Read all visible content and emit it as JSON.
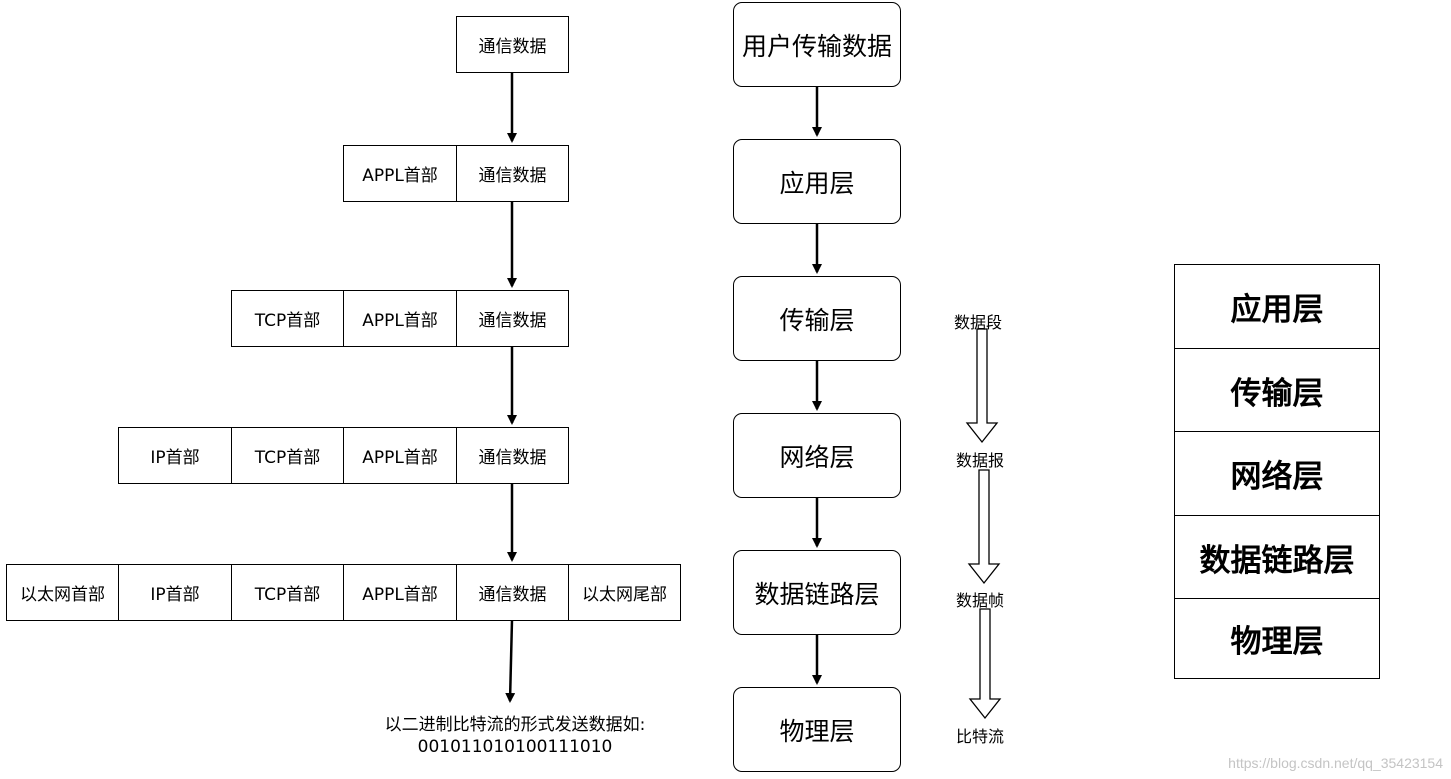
{
  "encapsulation": {
    "rows": [
      {
        "cells": [
          "通信数据"
        ]
      },
      {
        "cells": [
          "APPL首部",
          "通信数据"
        ]
      },
      {
        "cells": [
          "TCP首部",
          "APPL首部",
          "通信数据"
        ]
      },
      {
        "cells": [
          "IP首部",
          "TCP首部",
          "APPL首部",
          "通信数据"
        ]
      },
      {
        "cells": [
          "以太网首部",
          "IP首部",
          "TCP首部",
          "APPL首部",
          "通信数据",
          "以太网尾部"
        ]
      }
    ],
    "binary_note": {
      "line1": "以二进制比特流的形式发送数据如:",
      "line2": "001011010100111010"
    }
  },
  "layers": {
    "items": [
      "用户传输数据",
      "应用层",
      "传输层",
      "网络层",
      "数据链路层",
      "物理层"
    ]
  },
  "units": {
    "items": [
      "数据段",
      "数据报",
      "数据帧",
      "比特流"
    ]
  },
  "stack": {
    "items": [
      "应用层",
      "传输层",
      "网络层",
      "数据链路层",
      "物理层"
    ]
  },
  "watermark": "https://blog.csdn.net/qq_35423154"
}
